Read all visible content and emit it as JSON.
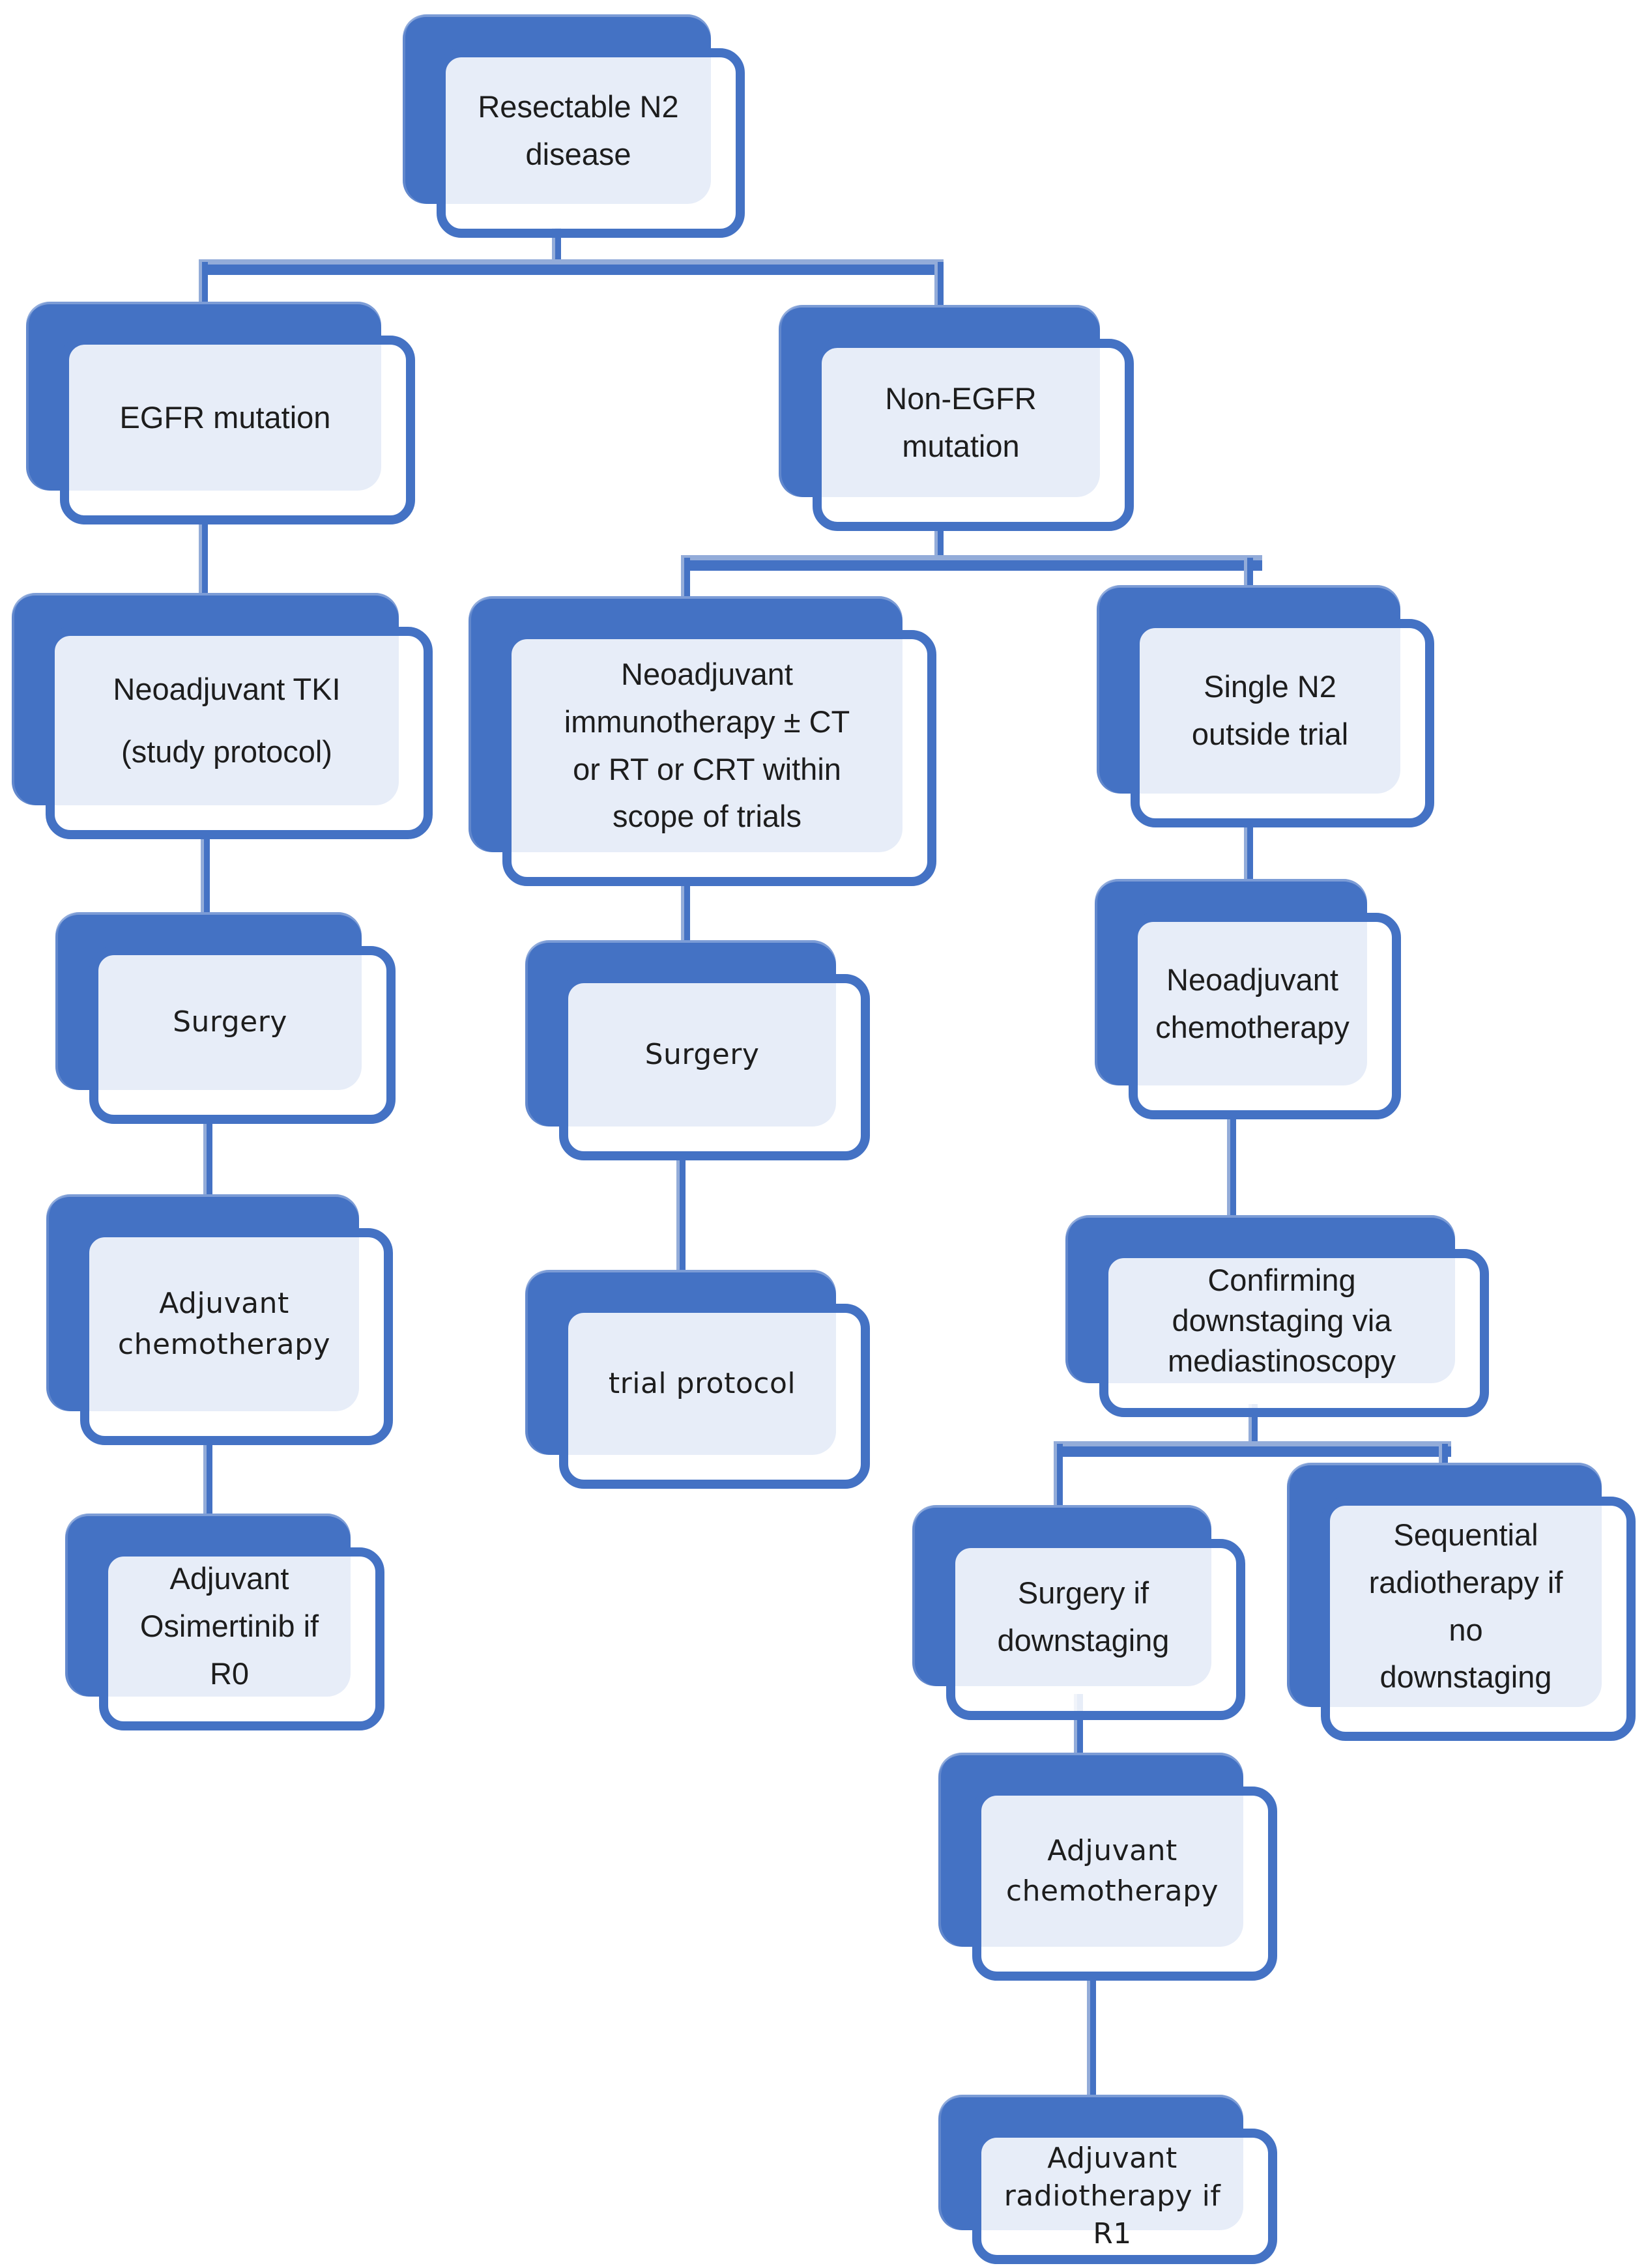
{
  "diagram": {
    "type": "flowchart",
    "colors": {
      "accent": "#4472c4",
      "connector-highlight": "#93acd9",
      "box-tint": "#e8edf8",
      "text": "#1d1d1d",
      "background": "#ffffff"
    },
    "nodes": {
      "root": {
        "label": "Resectable N2\ndisease"
      },
      "egfr": {
        "label": "EGFR mutation"
      },
      "non_egfr": {
        "label": "Non-EGFR\nmutation"
      },
      "tki": {
        "label": "Neoadjuvant TKI\n(study protocol)"
      },
      "immuno": {
        "label": "Neoadjuvant\nimmunotherapy ± CT\nor RT or CRT within\nscope of trials"
      },
      "single_n2": {
        "label": "Single N2\noutside trial"
      },
      "surgery_left": {
        "label": "Surgery"
      },
      "adj_chemo_left": {
        "label": "Adjuvant\nchemotherapy"
      },
      "osimertinib": {
        "label": "Adjuvant\nOsimertinib if\nR0"
      },
      "surgery_mid": {
        "label": "Surgery"
      },
      "trial_protocol": {
        "label": "trial protocol"
      },
      "neo_chemo_right": {
        "label": "Neoadjuvant\nchemotherapy"
      },
      "confirming": {
        "label": "Confirming\ndownstaging via\nmediastinoscopy"
      },
      "surg_if_down": {
        "label": "Surgery if\ndownstaging"
      },
      "sequential_rt": {
        "label": "Sequential\nradiotherapy if\nno\ndownstaging"
      },
      "adj_chemo_right": {
        "label": "Adjuvant\nchemotherapy"
      },
      "adj_radio_r1": {
        "label": "Adjuvant\nradiotherapy if\nR1"
      }
    },
    "edges": [
      [
        "root",
        "egfr"
      ],
      [
        "root",
        "non_egfr"
      ],
      [
        "egfr",
        "tki"
      ],
      [
        "tki",
        "surgery_left"
      ],
      [
        "surgery_left",
        "adj_chemo_left"
      ],
      [
        "adj_chemo_left",
        "osimertinib"
      ],
      [
        "non_egfr",
        "immuno"
      ],
      [
        "non_egfr",
        "single_n2"
      ],
      [
        "immuno",
        "surgery_mid"
      ],
      [
        "surgery_mid",
        "trial_protocol"
      ],
      [
        "single_n2",
        "neo_chemo_right"
      ],
      [
        "neo_chemo_right",
        "confirming"
      ],
      [
        "confirming",
        "surg_if_down"
      ],
      [
        "confirming",
        "sequential_rt"
      ],
      [
        "surg_if_down",
        "adj_chemo_right"
      ],
      [
        "adj_chemo_right",
        "adj_radio_r1"
      ]
    ]
  }
}
